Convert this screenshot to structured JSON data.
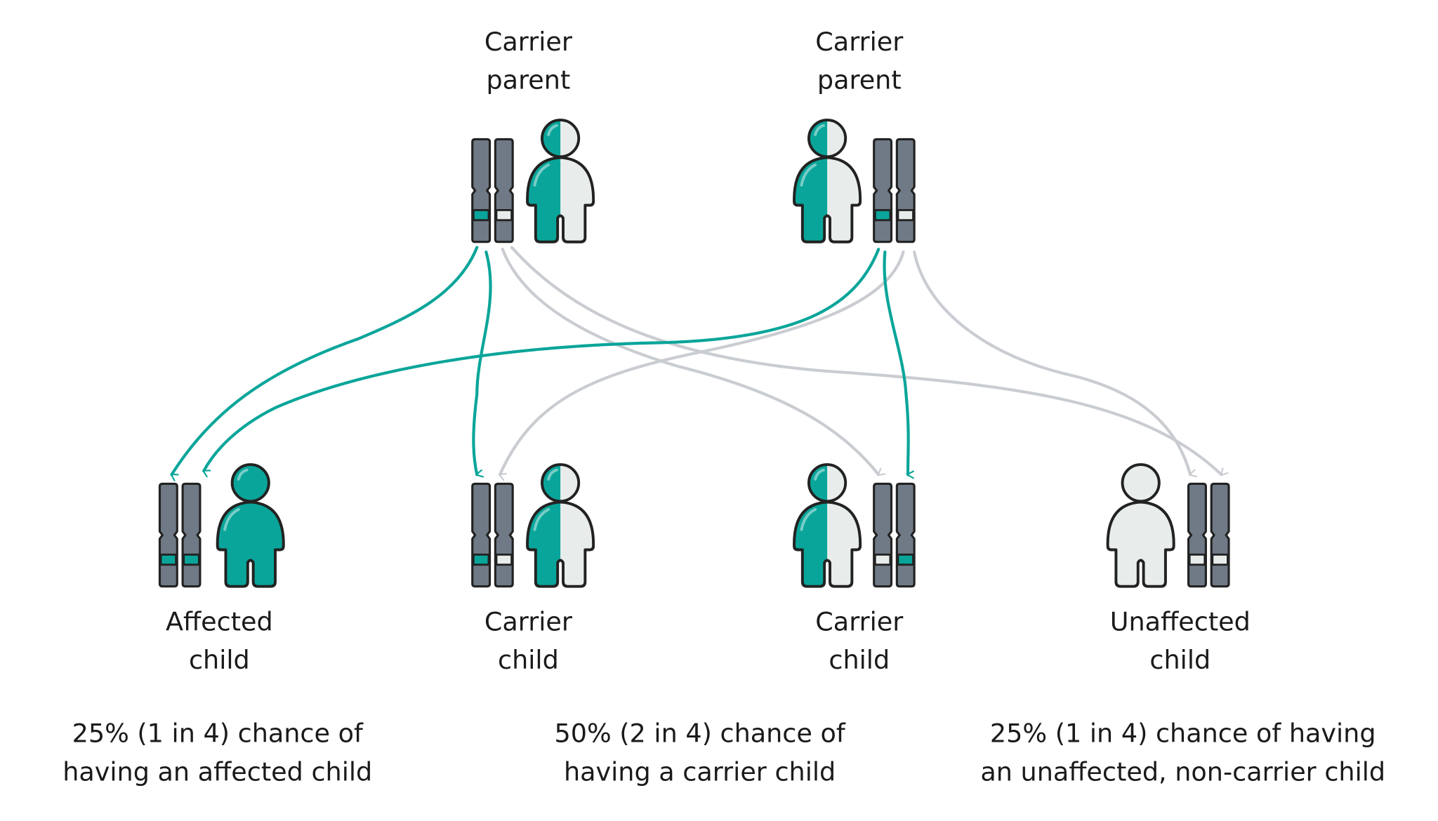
{
  "colors": {
    "teal": "#0aa59a",
    "grey": "#6f7a86",
    "light": "#e8edec",
    "outline": "#222222",
    "arrow_grey": "#c9ccd1"
  },
  "parents": [
    {
      "label_line1": "Carrier",
      "label_line2": "parent",
      "status": "carrier",
      "alleles": [
        "teal",
        "light"
      ]
    },
    {
      "label_line1": "Carrier",
      "label_line2": "parent",
      "status": "carrier",
      "alleles": [
        "teal",
        "light"
      ]
    }
  ],
  "children": [
    {
      "label_line1": "Affected",
      "label_line2": "child",
      "status": "affected",
      "alleles": [
        "teal",
        "teal"
      ]
    },
    {
      "label_line1": "Carrier",
      "label_line2": "child",
      "status": "carrier",
      "alleles": [
        "teal",
        "light"
      ]
    },
    {
      "label_line1": "Carrier",
      "label_line2": "child",
      "status": "carrier",
      "alleles": [
        "light",
        "teal"
      ]
    },
    {
      "label_line1": "Unaffected",
      "label_line2": "child",
      "status": "unaffected",
      "alleles": [
        "light",
        "light"
      ]
    }
  ],
  "outcomes": [
    {
      "line1": "25% (1 in 4) chance of",
      "line2": "having an affected child"
    },
    {
      "line1": "50% (2 in 4) chance of",
      "line2": "having a carrier child"
    },
    {
      "line1": "25% (1 in 4) chance of having",
      "line2": "an unaffected, non-carrier child"
    }
  ]
}
